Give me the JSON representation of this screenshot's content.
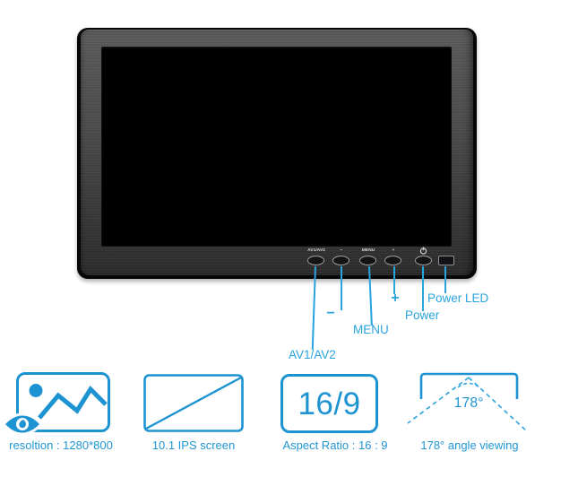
{
  "colors": {
    "accent_icon_blue": "#1e93d2",
    "callout_blue": "#2aa3de",
    "feature_label_blue": "#2196d3",
    "bezel_gray": "#4c4c4c",
    "screen_black": "#000000"
  },
  "monitor": {
    "bezel_buttons": [
      {
        "name": "av1-av2",
        "label": "AV1/AV2"
      },
      {
        "name": "minus",
        "label": "−"
      },
      {
        "name": "menu",
        "label": "MENU"
      },
      {
        "name": "plus",
        "label": "+"
      },
      {
        "name": "power",
        "icon": "power-icon"
      },
      {
        "name": "power-led",
        "icon": "led-window"
      }
    ],
    "callouts": [
      {
        "for": "av1-av2",
        "label": "AV1/AV2"
      },
      {
        "for": "minus",
        "label": "−"
      },
      {
        "for": "menu",
        "label": "MENU"
      },
      {
        "for": "plus",
        "label": "+"
      },
      {
        "for": "power",
        "label": "Power"
      },
      {
        "for": "power-led",
        "label": "Power LED"
      }
    ]
  },
  "features": [
    {
      "icon": "image-resolution-eye-icon",
      "label": "resoltion : 1280*800"
    },
    {
      "icon": "screen-diagonal-icon",
      "label": "10.1 IPS screen"
    },
    {
      "icon": "aspect-ratio-icon",
      "icon_text": "16/9",
      "label": "Aspect Ratio : 16 : 9"
    },
    {
      "icon": "viewing-angle-icon",
      "icon_text": "178°",
      "label": "178° angle viewing"
    }
  ]
}
